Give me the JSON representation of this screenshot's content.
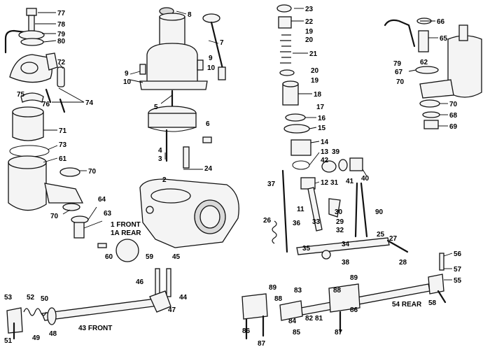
{
  "labels": [
    {
      "id": "l77",
      "text": "77"
    },
    {
      "id": "l78",
      "text": "78"
    },
    {
      "id": "l79a",
      "text": "79"
    },
    {
      "id": "l80",
      "text": "80"
    },
    {
      "id": "l72",
      "text": "72"
    },
    {
      "id": "l75",
      "text": "75"
    },
    {
      "id": "l76",
      "text": "76"
    },
    {
      "id": "l74",
      "text": "74"
    },
    {
      "id": "l71",
      "text": "71"
    },
    {
      "id": "l73",
      "text": "73"
    },
    {
      "id": "l61",
      "text": "61"
    },
    {
      "id": "l70a",
      "text": "70"
    },
    {
      "id": "l70b",
      "text": "70"
    },
    {
      "id": "l64",
      "text": "64"
    },
    {
      "id": "l63",
      "text": "63"
    },
    {
      "id": "l8",
      "text": "8"
    },
    {
      "id": "l7",
      "text": "7"
    },
    {
      "id": "l9a",
      "text": "9"
    },
    {
      "id": "l10a",
      "text": "10"
    },
    {
      "id": "l9b",
      "text": "9"
    },
    {
      "id": "l10b",
      "text": "10"
    },
    {
      "id": "l5",
      "text": "5"
    },
    {
      "id": "l6",
      "text": "6"
    },
    {
      "id": "l4",
      "text": "4"
    },
    {
      "id": "l3",
      "text": "3"
    },
    {
      "id": "l24",
      "text": "24"
    },
    {
      "id": "l2",
      "text": "2"
    },
    {
      "id": "l1front",
      "text": "1 FRONT"
    },
    {
      "id": "l1arear",
      "text": "1A REAR"
    },
    {
      "id": "l59",
      "text": "59"
    },
    {
      "id": "l60",
      "text": "60"
    },
    {
      "id": "l45",
      "text": "45"
    },
    {
      "id": "l46",
      "text": "46"
    },
    {
      "id": "l44",
      "text": "44"
    },
    {
      "id": "l47",
      "text": "47"
    },
    {
      "id": "l43",
      "text": "43 FRONT"
    },
    {
      "id": "l53",
      "text": "53"
    },
    {
      "id": "l52",
      "text": "52"
    },
    {
      "id": "l50",
      "text": "50"
    },
    {
      "id": "l49",
      "text": "49"
    },
    {
      "id": "l48",
      "text": "48"
    },
    {
      "id": "l51",
      "text": "51"
    },
    {
      "id": "l23",
      "text": "23"
    },
    {
      "id": "l22",
      "text": "22"
    },
    {
      "id": "l19a",
      "text": "19"
    },
    {
      "id": "l20a",
      "text": "20"
    },
    {
      "id": "l21",
      "text": "21"
    },
    {
      "id": "l20b",
      "text": "20"
    },
    {
      "id": "l19b",
      "text": "19"
    },
    {
      "id": "l18",
      "text": "18"
    },
    {
      "id": "l17",
      "text": "17"
    },
    {
      "id": "l16",
      "text": "16"
    },
    {
      "id": "l15",
      "text": "15"
    },
    {
      "id": "l14",
      "text": "14"
    },
    {
      "id": "l13",
      "text": "13"
    },
    {
      "id": "l39",
      "text": "39"
    },
    {
      "id": "l42",
      "text": "42"
    },
    {
      "id": "l41",
      "text": "41"
    },
    {
      "id": "l40",
      "text": "40"
    },
    {
      "id": "l37",
      "text": "37"
    },
    {
      "id": "l12",
      "text": "12"
    },
    {
      "id": "l31",
      "text": "31"
    },
    {
      "id": "l11",
      "text": "11"
    },
    {
      "id": "l30",
      "text": "30"
    },
    {
      "id": "l90",
      "text": "90"
    },
    {
      "id": "l33",
      "text": "33"
    },
    {
      "id": "l29",
      "text": "29"
    },
    {
      "id": "l32",
      "text": "32"
    },
    {
      "id": "l26",
      "text": "26"
    },
    {
      "id": "l36",
      "text": "36"
    },
    {
      "id": "l25",
      "text": "25"
    },
    {
      "id": "l27",
      "text": "27"
    },
    {
      "id": "l34",
      "text": "34"
    },
    {
      "id": "l35",
      "text": "35"
    },
    {
      "id": "l38",
      "text": "38"
    },
    {
      "id": "l28",
      "text": "28"
    },
    {
      "id": "l66",
      "text": "66"
    },
    {
      "id": "l65",
      "text": "65"
    },
    {
      "id": "l79b",
      "text": "79"
    },
    {
      "id": "l62",
      "text": "62"
    },
    {
      "id": "l67",
      "text": "67"
    },
    {
      "id": "l70c",
      "text": "70"
    },
    {
      "id": "l70d",
      "text": "70"
    },
    {
      "id": "l68",
      "text": "68"
    },
    {
      "id": "l69",
      "text": "69"
    },
    {
      "id": "l56",
      "text": "56"
    },
    {
      "id": "l57",
      "text": "57"
    },
    {
      "id": "l55",
      "text": "55"
    },
    {
      "id": "l54",
      "text": "54 REAR"
    },
    {
      "id": "l58",
      "text": "58"
    },
    {
      "id": "l89a",
      "text": "89"
    },
    {
      "id": "l83",
      "text": "83"
    },
    {
      "id": "l88a",
      "text": "88"
    },
    {
      "id": "l89b",
      "text": "89"
    },
    {
      "id": "l88b",
      "text": "88"
    },
    {
      "id": "l84",
      "text": "84"
    },
    {
      "id": "l82",
      "text": "82"
    },
    {
      "id": "l81",
      "text": "81"
    },
    {
      "id": "l86a",
      "text": "86"
    },
    {
      "id": "l85",
      "text": "85"
    },
    {
      "id": "l86b",
      "text": "86"
    },
    {
      "id": "l87a",
      "text": "87"
    },
    {
      "id": "l87b",
      "text": "87"
    }
  ]
}
